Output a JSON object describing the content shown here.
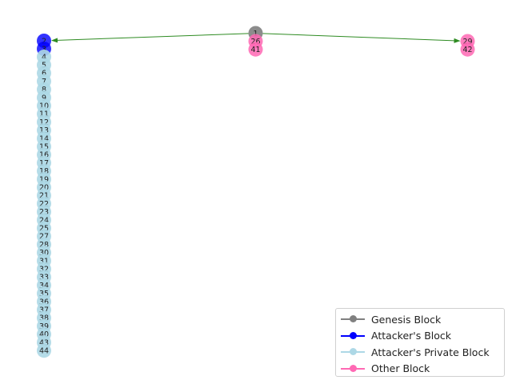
{
  "graph": {
    "genesis": "1",
    "attacker_public_blocks": [
      "2",
      "3"
    ],
    "attacker_private_blocks": [
      "4",
      "5",
      "6",
      "7",
      "8",
      "9",
      "10",
      "11",
      "12",
      "13",
      "14",
      "15",
      "16",
      "17",
      "18",
      "19",
      "20",
      "21",
      "22",
      "23",
      "24",
      "25",
      "27",
      "28",
      "30",
      "31",
      "32",
      "33",
      "34",
      "35",
      "36",
      "37",
      "38",
      "39",
      "40",
      "43",
      "44"
    ],
    "genesis_stack_other_blocks": [
      "26",
      "41"
    ],
    "right_stack_other_blocks": [
      "29",
      "42"
    ],
    "edges": [
      {
        "from": "1",
        "to": "2"
      },
      {
        "from": "1",
        "to": "29"
      }
    ],
    "colors": {
      "genesis": "#808080",
      "attacker": "#0000ff",
      "attacker_private": "#add8e6",
      "other": "#ff69b4",
      "edge": "#2e8b22"
    }
  },
  "legend": {
    "items": [
      {
        "label": "Genesis Block",
        "color": "#808080"
      },
      {
        "label": "Attacker's Block",
        "color": "#0000ff"
      },
      {
        "label": "Attacker's Private Block",
        "color": "#add8e6"
      },
      {
        "label": "Other Block",
        "color": "#ff69b4"
      }
    ]
  }
}
